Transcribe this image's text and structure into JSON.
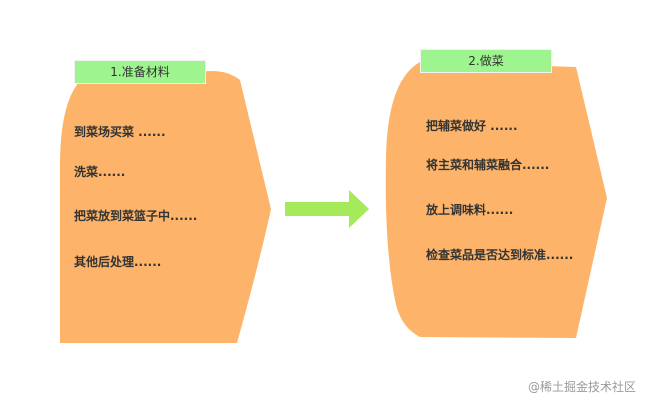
{
  "steps": [
    {
      "title": "1.准备材料",
      "items": [
        "到菜场买菜 ......",
        "洗菜......",
        "把菜放到菜篮子中......",
        "其他后处理......"
      ]
    },
    {
      "title": "2.做菜",
      "items": [
        "把辅菜做好 ......",
        "将主菜和辅菜融合......",
        "放上调味料......",
        "检查菜品是否达到标准......"
      ]
    }
  ],
  "watermark": "@稀土掘金技术社区",
  "colors": {
    "shape_fill": "#fdb46a",
    "tag_fill": "#9ef58f",
    "arrow_fill": "#a4ea5b"
  }
}
